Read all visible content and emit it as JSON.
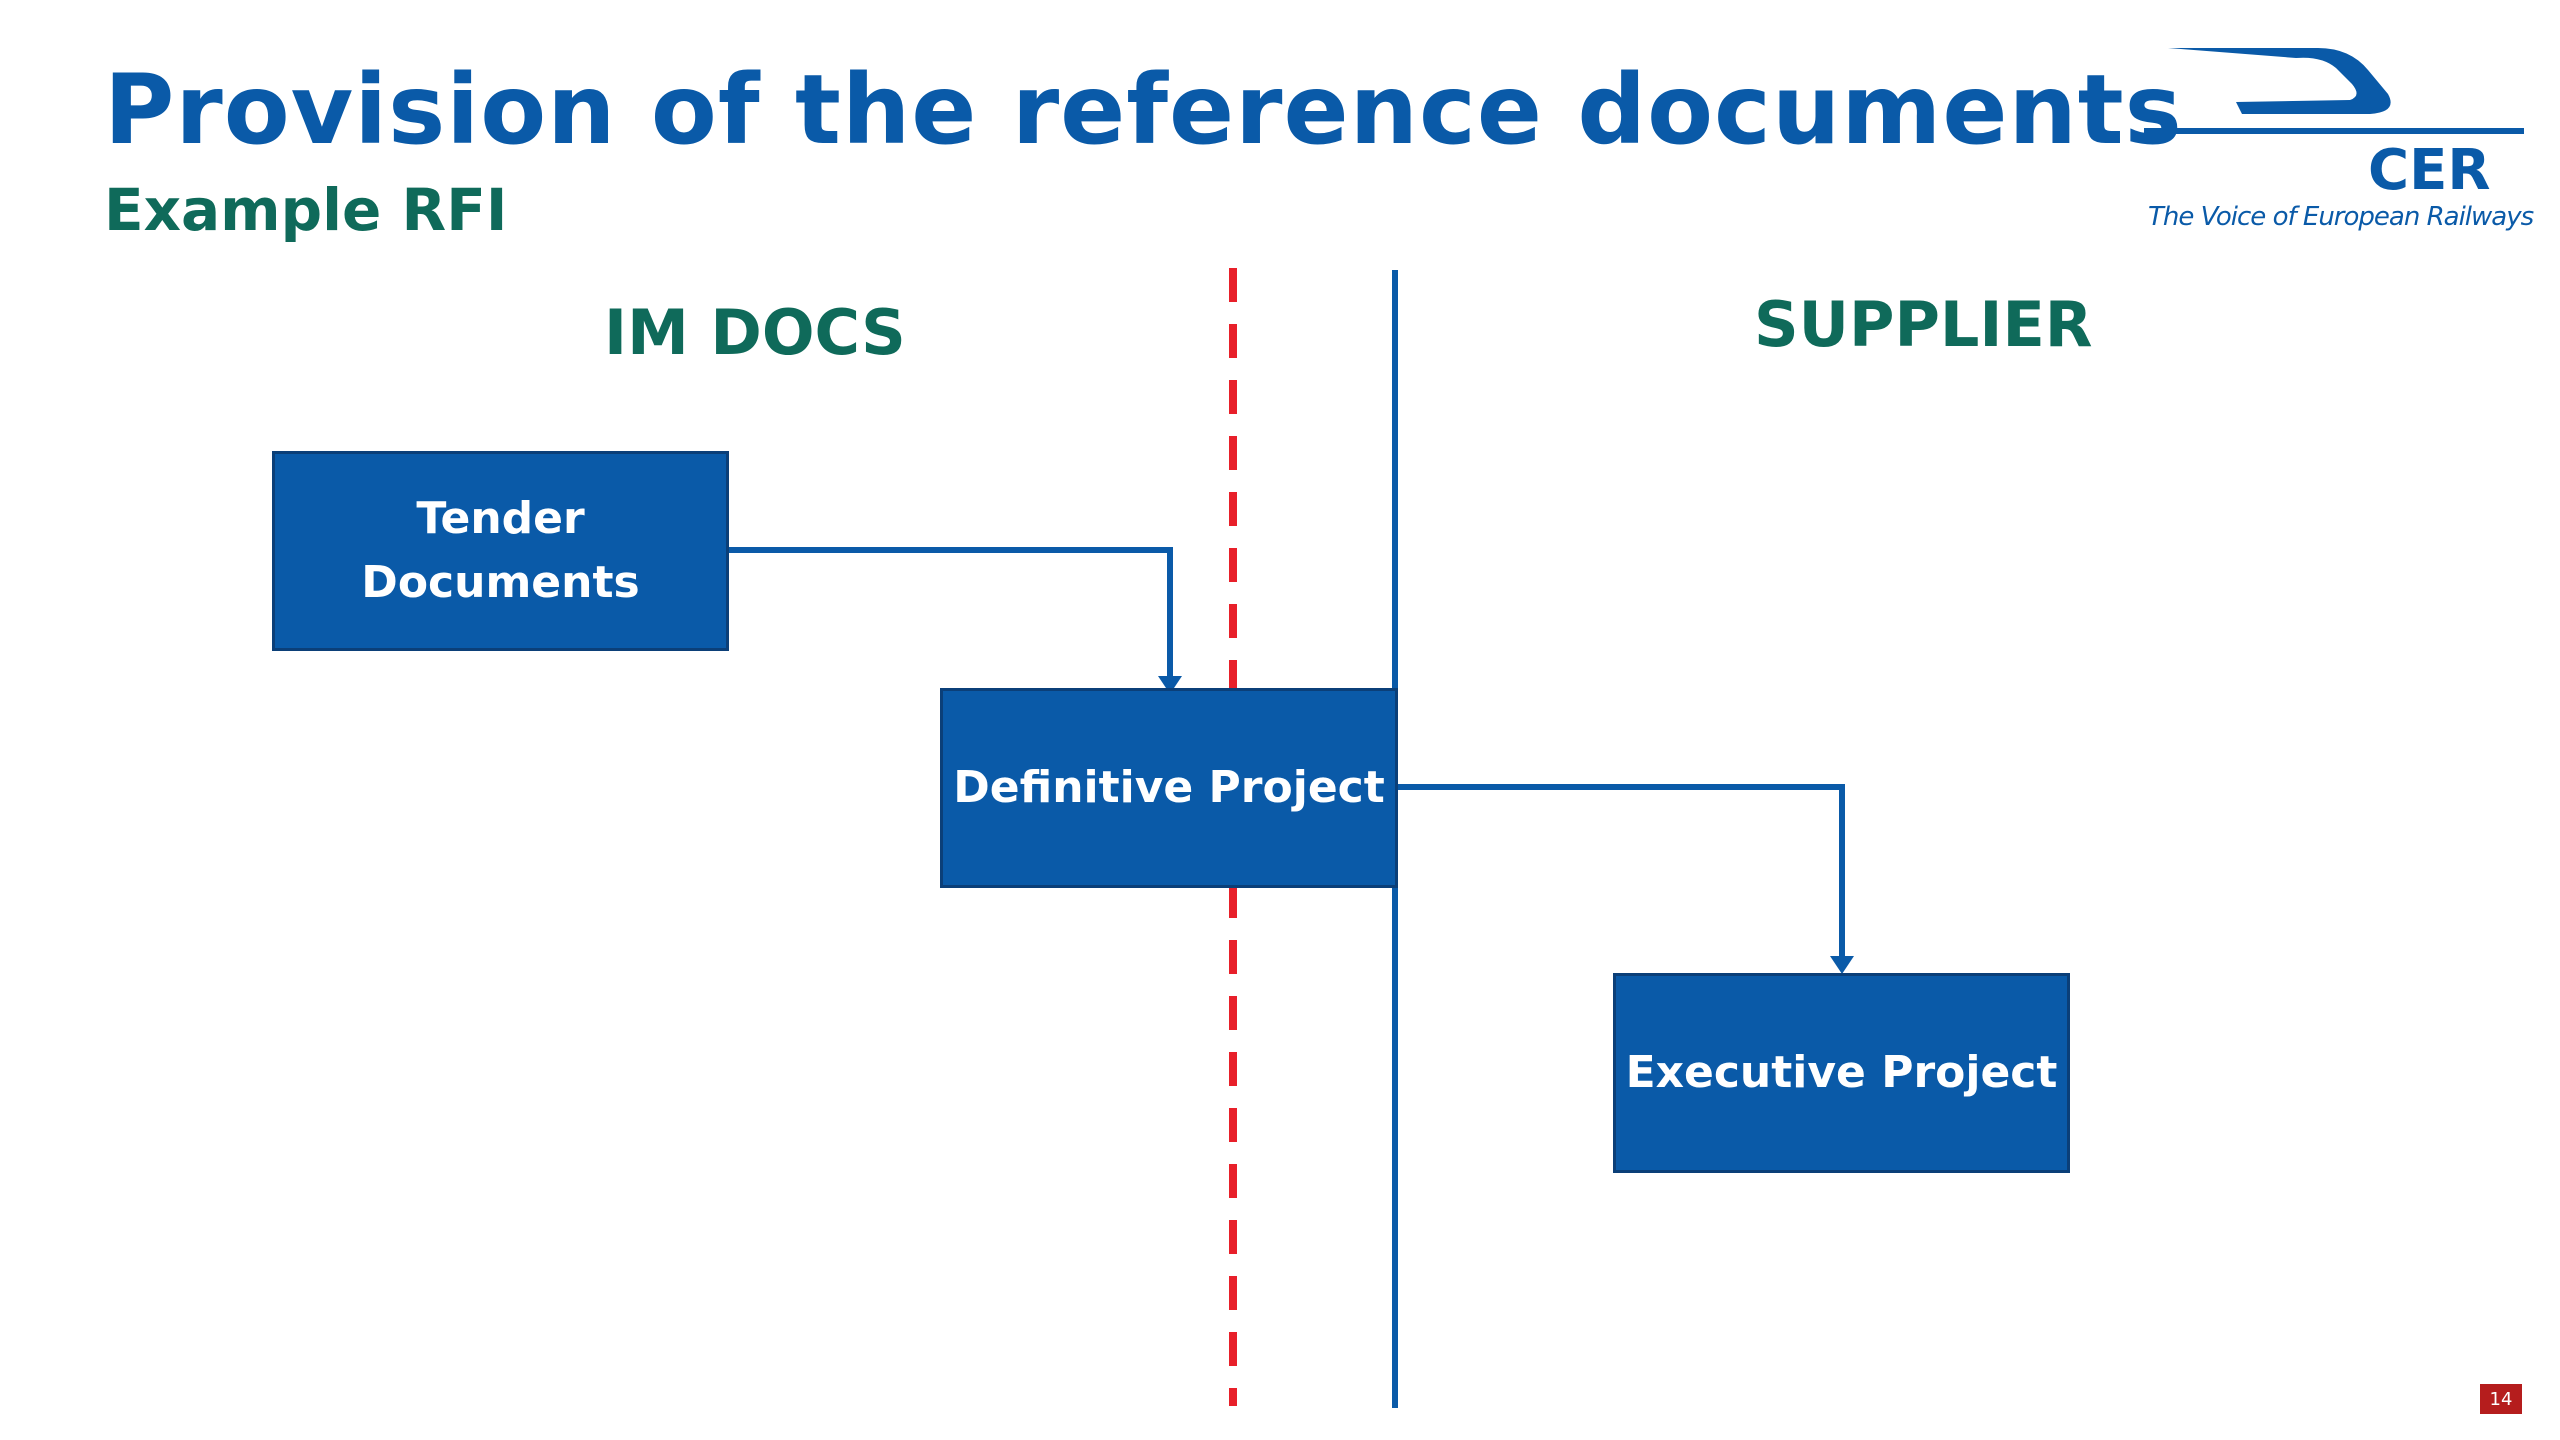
{
  "header": {
    "title": "Provision of the reference documents",
    "subtitle": "Example RFI"
  },
  "logo": {
    "name": "CER",
    "tagline": "The Voice of European Railways"
  },
  "columns": {
    "left": "IM DOCS",
    "right": "SUPPLIER"
  },
  "nodes": {
    "tender": [
      "Tender",
      "Documents"
    ],
    "definitive": "Definitive Project",
    "executive": "Executive Project"
  },
  "footer": {
    "page_number": "14"
  },
  "colors": {
    "title_blue": "#0a5aa8",
    "green": "#0f6a5a",
    "box_fill": "#0a5aa8",
    "dashed_red": "#e8202a",
    "page_badge": "#b51d1d"
  }
}
